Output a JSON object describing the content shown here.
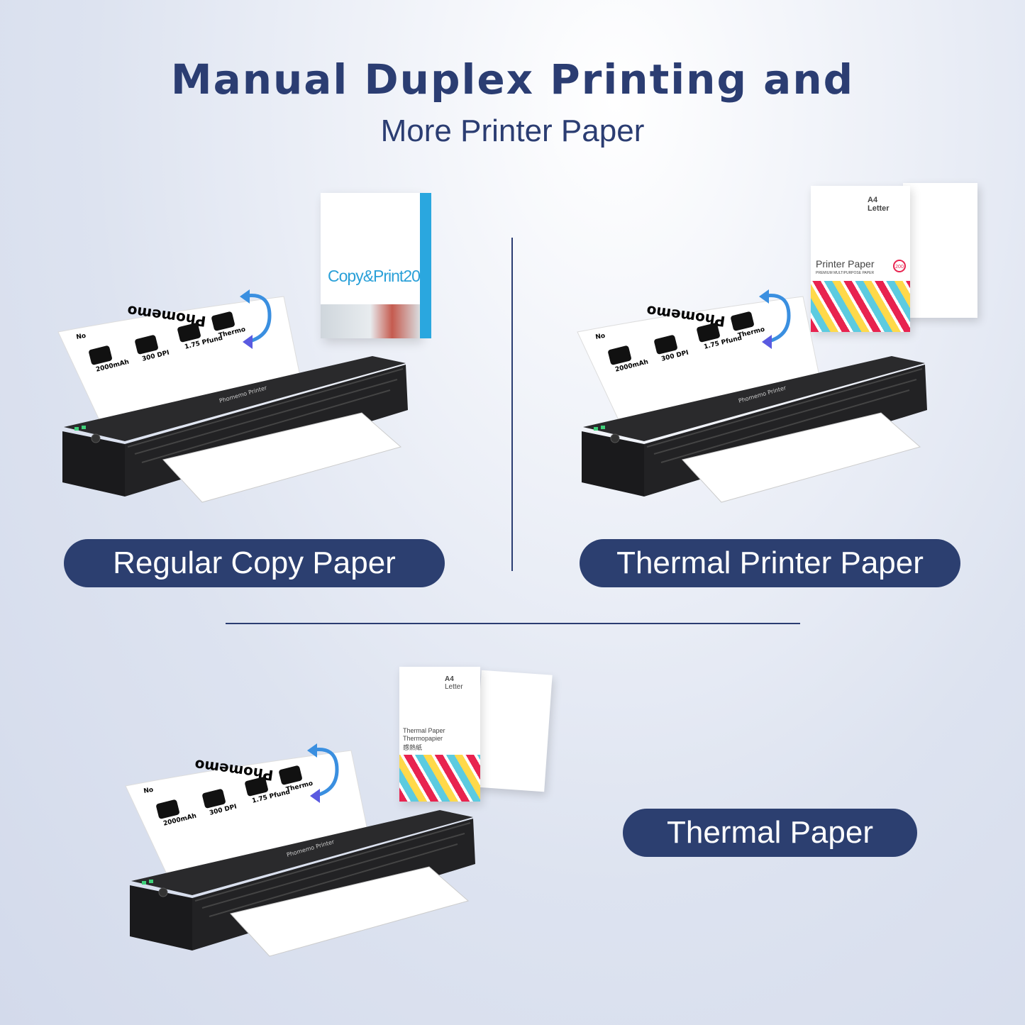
{
  "header": {
    "title": "Manual Duplex Printing and",
    "subtitle": "More Printer Paper"
  },
  "sections": [
    {
      "label": "Regular Copy Paper"
    },
    {
      "label": "Thermal Printer Paper"
    },
    {
      "label": "Thermal Paper"
    }
  ],
  "printer_sheet": {
    "brand": "Phomemo",
    "features": [
      "2000mAh",
      "300 DPI",
      "1.75 Pfund",
      "Thermo"
    ],
    "corner": "No"
  },
  "printer_label": "Phomemo Printer",
  "packages": {
    "copy_print": {
      "brand": "Copy&Print20"
    },
    "printer_paper": {
      "size1": "A4",
      "size2": "Letter",
      "name": "Printer Paper",
      "tagline": "PREMIUM MULTIPURPOSE PAPER",
      "badge": "200"
    },
    "thermal_paper": {
      "size1": "A4",
      "size2": "Letter",
      "name1": "Thermal Paper",
      "name2": "Thermopapier",
      "name3": "感熱紙"
    }
  },
  "colors": {
    "navy": "#2c3f70",
    "arrow": "#3a8fe0"
  }
}
